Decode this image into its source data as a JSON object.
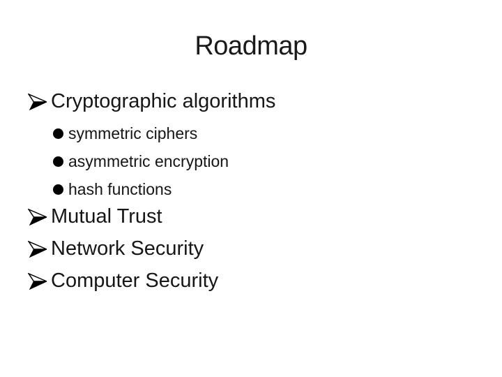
{
  "slide": {
    "title": "Roadmap",
    "bullets": [
      {
        "level": 1,
        "text": "Cryptographic algorithms"
      },
      {
        "level": 2,
        "text": "symmetric ciphers"
      },
      {
        "level": 2,
        "text": "asymmetric encryption"
      },
      {
        "level": 2,
        "text": "hash functions"
      },
      {
        "level": 1,
        "text": "Mutual Trust"
      },
      {
        "level": 1,
        "text": "Network Security"
      },
      {
        "level": 1,
        "text": "Computer Security"
      }
    ],
    "icons": {
      "level1_bullet": "arrowhead-bullet-icon",
      "level2_bullet": "circle-bullet-icon"
    },
    "colors": {
      "background": "#ffffff",
      "text": "#1a1a1a",
      "bullet": "#000000"
    }
  }
}
